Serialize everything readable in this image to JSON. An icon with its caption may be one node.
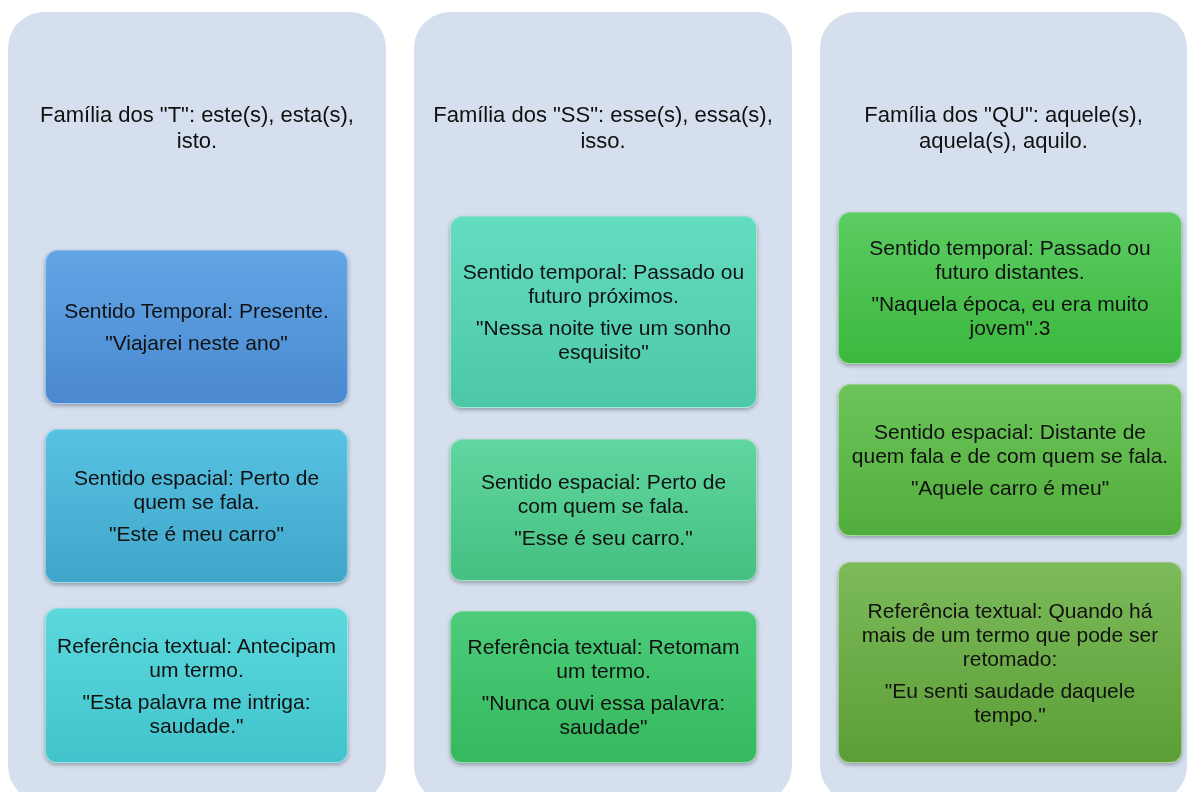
{
  "diagram": {
    "nodes": [
      {
        "text": [
          "Família dos \"T\": este(s), esta(s), isto."
        ]
      },
      {
        "text": [
          "Sentido Temporal: Presente.",
          "\"Viajarei neste ano\""
        ],
        "in": 0
      },
      {
        "text": [
          "Sentido espacial: Perto de quem se fala.",
          "\"Este é meu carro\""
        ],
        "in": 0
      },
      {
        "text": [
          "Referência textual: Antecipam um termo.",
          "\"Esta palavra me intriga: saudade.\""
        ],
        "in": 0
      },
      {
        "text": [
          "Família dos \"SS\": esse(s), essa(s), isso."
        ]
      },
      {
        "text": [
          "Sentido temporal: Passado ou futuro próximos.",
          "\"Nessa noite tive um sonho esquisito\""
        ],
        "in": 4
      },
      {
        "text": [
          "Sentido espacial: Perto de com quem se fala.",
          "\"Esse é seu carro.\""
        ],
        "in": 4
      },
      {
        "text": [
          "Referência textual: Retomam um termo.",
          "\"Nunca ouvi essa palavra: saudade\""
        ],
        "in": 4
      },
      {
        "text": [
          "Família dos \"QU\": aquele(s), aquela(s), aquilo."
        ]
      },
      {
        "text": [
          "Sentido temporal: Passado ou futuro distantes.",
          "\"Naquela época, eu era muito jovem\".3"
        ],
        "in": 8
      },
      {
        "text": [
          "Sentido espacial: Distante de quem fala e de com quem se fala.",
          "\"Aquele carro é meu\""
        ],
        "in": 8
      },
      {
        "text": [
          "Referência textual: Quando há mais de um termo que pode ser retomado:",
          "\"Eu senti saudade daquele tempo.\""
        ],
        "in": 8
      }
    ]
  }
}
